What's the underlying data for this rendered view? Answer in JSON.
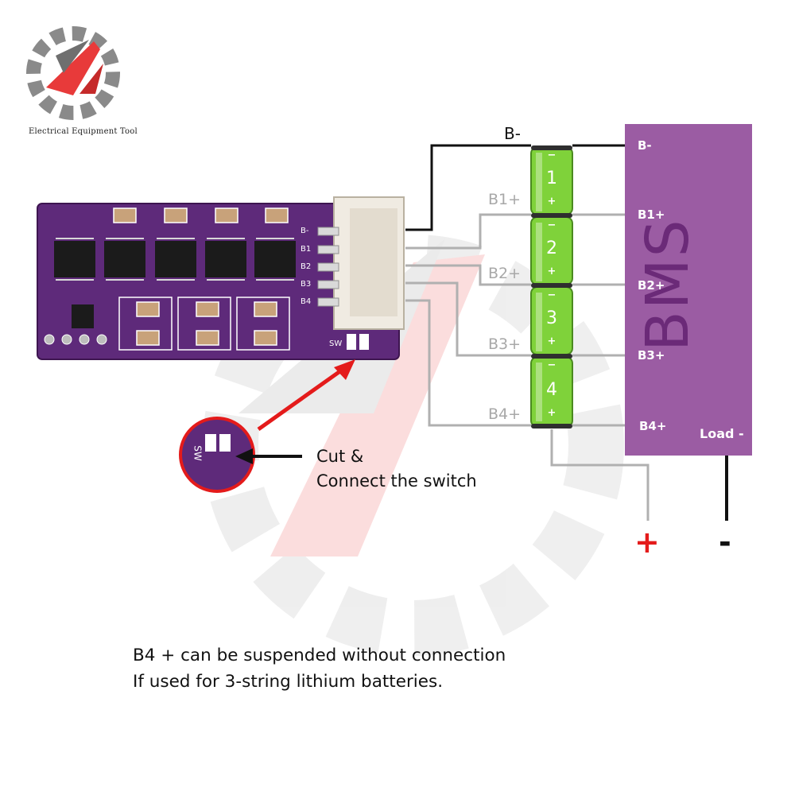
{
  "logo": {
    "text": "Electrical Equipment Tool"
  },
  "bms": {
    "title": "BMS",
    "pins": [
      "B-",
      "B1+",
      "B2+",
      "B3+",
      "B4+"
    ],
    "load_label": "Load -"
  },
  "wires": {
    "b_minus": "B-",
    "labels": [
      "B1+",
      "B2+",
      "B3+",
      "B4+"
    ]
  },
  "cells": [
    {
      "number": "1",
      "neg": "−",
      "pos": "+"
    },
    {
      "number": "2",
      "neg": "−",
      "pos": "+"
    },
    {
      "number": "3",
      "neg": "−",
      "pos": "+"
    },
    {
      "number": "4",
      "neg": "−",
      "pos": "+"
    }
  ],
  "output": {
    "plus": "+",
    "minus": "-"
  },
  "pcb": {
    "pins": [
      "B-",
      "B1",
      "B2",
      "B3",
      "B4"
    ],
    "switch_label": "SW",
    "zoom_label": "SW"
  },
  "callout": {
    "line1": "Cut &",
    "line2": "Connect the switch"
  },
  "note": {
    "line1": "B4 + can be suspended without connection",
    "line2": "If used for 3-string lithium batteries."
  },
  "colors": {
    "bms_fill": "#9b5ca3",
    "bms_text": "#6b2a78",
    "cell_green": "#7fd23a",
    "pcb_purple": "#5e2a7a",
    "arrow_red": "#e41b1b",
    "wire_grey": "#a8a8a8"
  }
}
